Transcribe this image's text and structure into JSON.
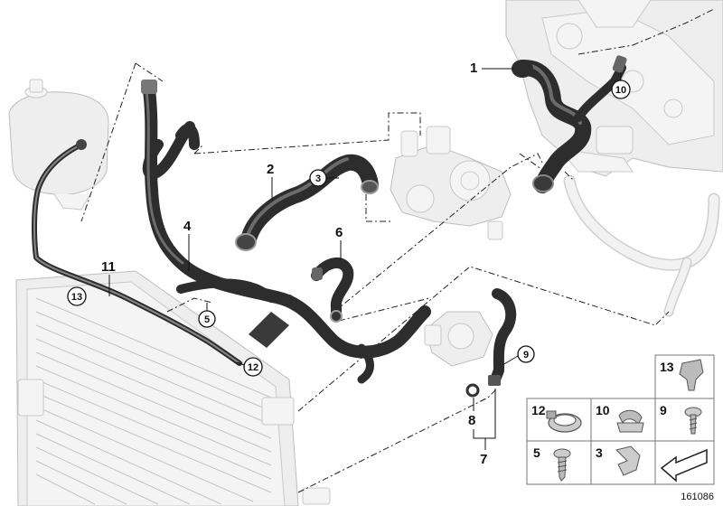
{
  "callouts": {
    "c1": "1",
    "c2": "2",
    "c4": "4",
    "c6": "6",
    "c7": "7",
    "c8": "8",
    "c11": "11"
  },
  "circled": {
    "c3": "3",
    "c5": "5",
    "c9": "9",
    "c10": "10",
    "c12": "12",
    "c13": "13"
  },
  "table": {
    "r1c3": "13",
    "r2c1": "12",
    "r2c2": "10",
    "r2c3": "9",
    "r3c1": "5",
    "r3c2": "3"
  },
  "reference_number": "161086",
  "colors": {
    "hose": "#2d2d2d",
    "ghost": "#eeeeee",
    "line": "#222222"
  }
}
